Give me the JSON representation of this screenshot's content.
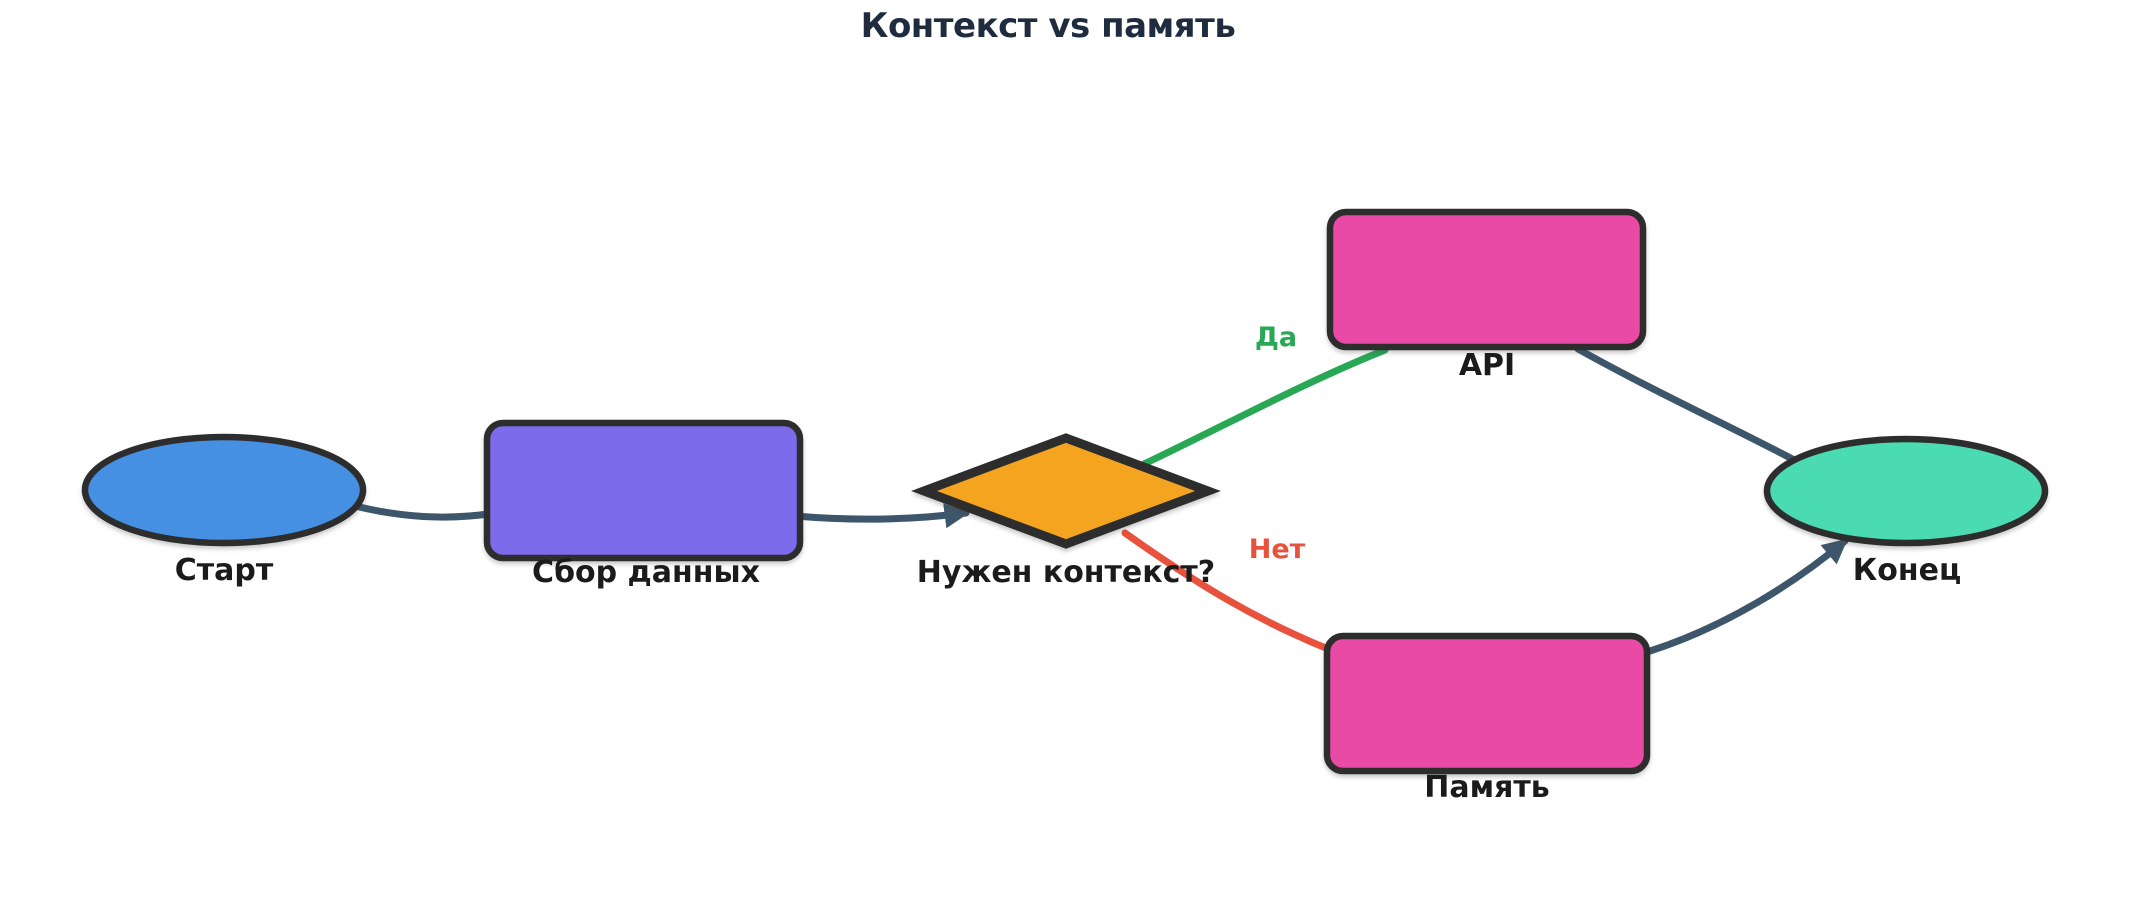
{
  "title": "Контекст vs память",
  "diagram_type": "flowchart",
  "colors": {
    "title": "#1F2B3E",
    "label": "#1B1B1B",
    "border": "#2D2D2D",
    "edge": "#3E566B",
    "yes": "#28A854",
    "no": "#E8523C",
    "start": "#4590E2",
    "process": "#7D6BEB",
    "decision": "#F4A41F",
    "data": "#E84AA6",
    "end": "#4BDBB3"
  },
  "nodes": {
    "start": {
      "label": "Старт",
      "shape": "ellipse"
    },
    "collect": {
      "label": "Сбор данных",
      "shape": "rounded-rectangle"
    },
    "decision": {
      "label": "Нужен контекст?",
      "shape": "diamond"
    },
    "api": {
      "label": "API",
      "shape": "rounded-rectangle"
    },
    "memory": {
      "label": "Память",
      "shape": "rounded-rectangle"
    },
    "end": {
      "label": "Конец",
      "shape": "ellipse"
    }
  },
  "edges": [
    {
      "from": "start",
      "to": "collect",
      "label": ""
    },
    {
      "from": "collect",
      "to": "decision",
      "label": "",
      "arrow": true
    },
    {
      "from": "decision",
      "to": "api",
      "label": "Да",
      "color": "#28A854"
    },
    {
      "from": "decision",
      "to": "memory",
      "label": "Нет",
      "color": "#E8523C"
    },
    {
      "from": "api",
      "to": "end",
      "label": ""
    },
    {
      "from": "memory",
      "to": "end",
      "label": "",
      "arrow": true
    }
  ]
}
